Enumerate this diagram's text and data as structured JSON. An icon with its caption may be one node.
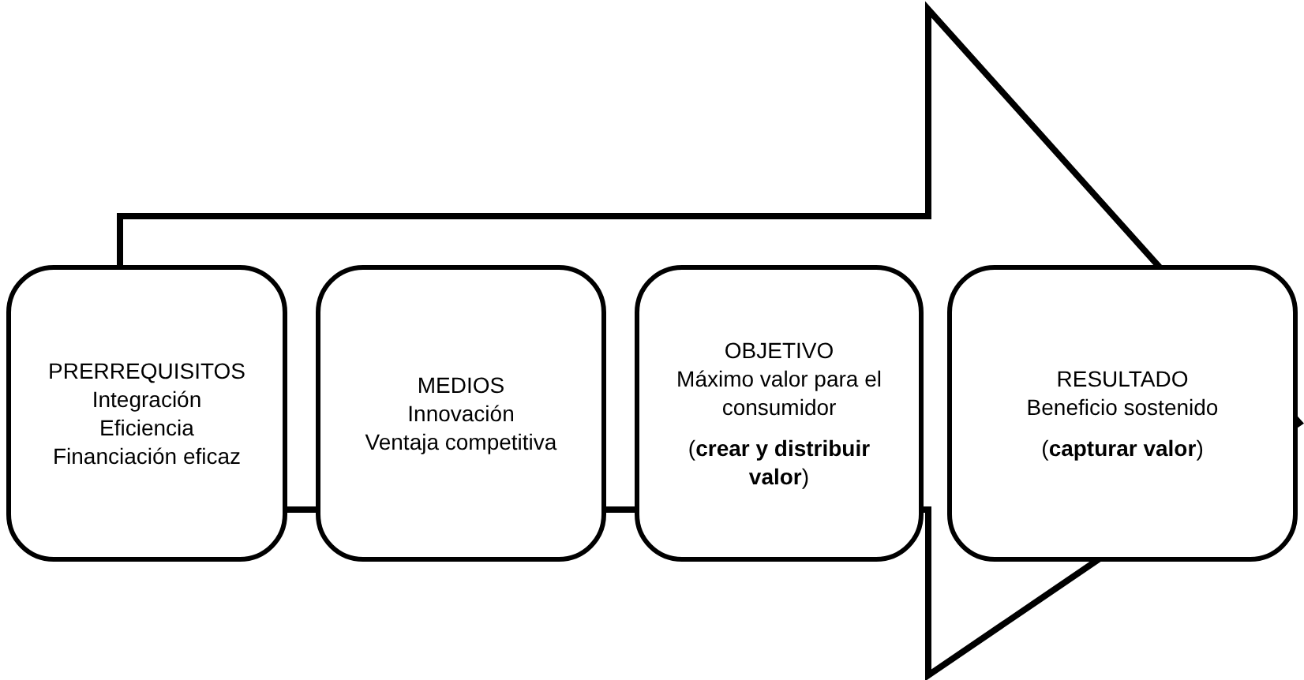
{
  "diagram": {
    "nodes": [
      {
        "text": [
          "PRERREQUISITOS",
          "Integración",
          "Eficiencia",
          "Financiación eficaz"
        ]
      },
      {
        "text": [
          "MEDIOS",
          "Innovación",
          "Ventaja competitiva"
        ]
      },
      {
        "text": [
          "OBJETIVO",
          "Máximo valor para el consumidor",
          "(**crear y distribuir valor**)"
        ]
      },
      {
        "text": [
          "RESULTADO",
          "Beneficio sostenido",
          "(**capturar valor**)"
        ]
      }
    ],
    "edges": [
      {
        "from": 0,
        "to": 3,
        "arrow": "to"
      }
    ]
  }
}
